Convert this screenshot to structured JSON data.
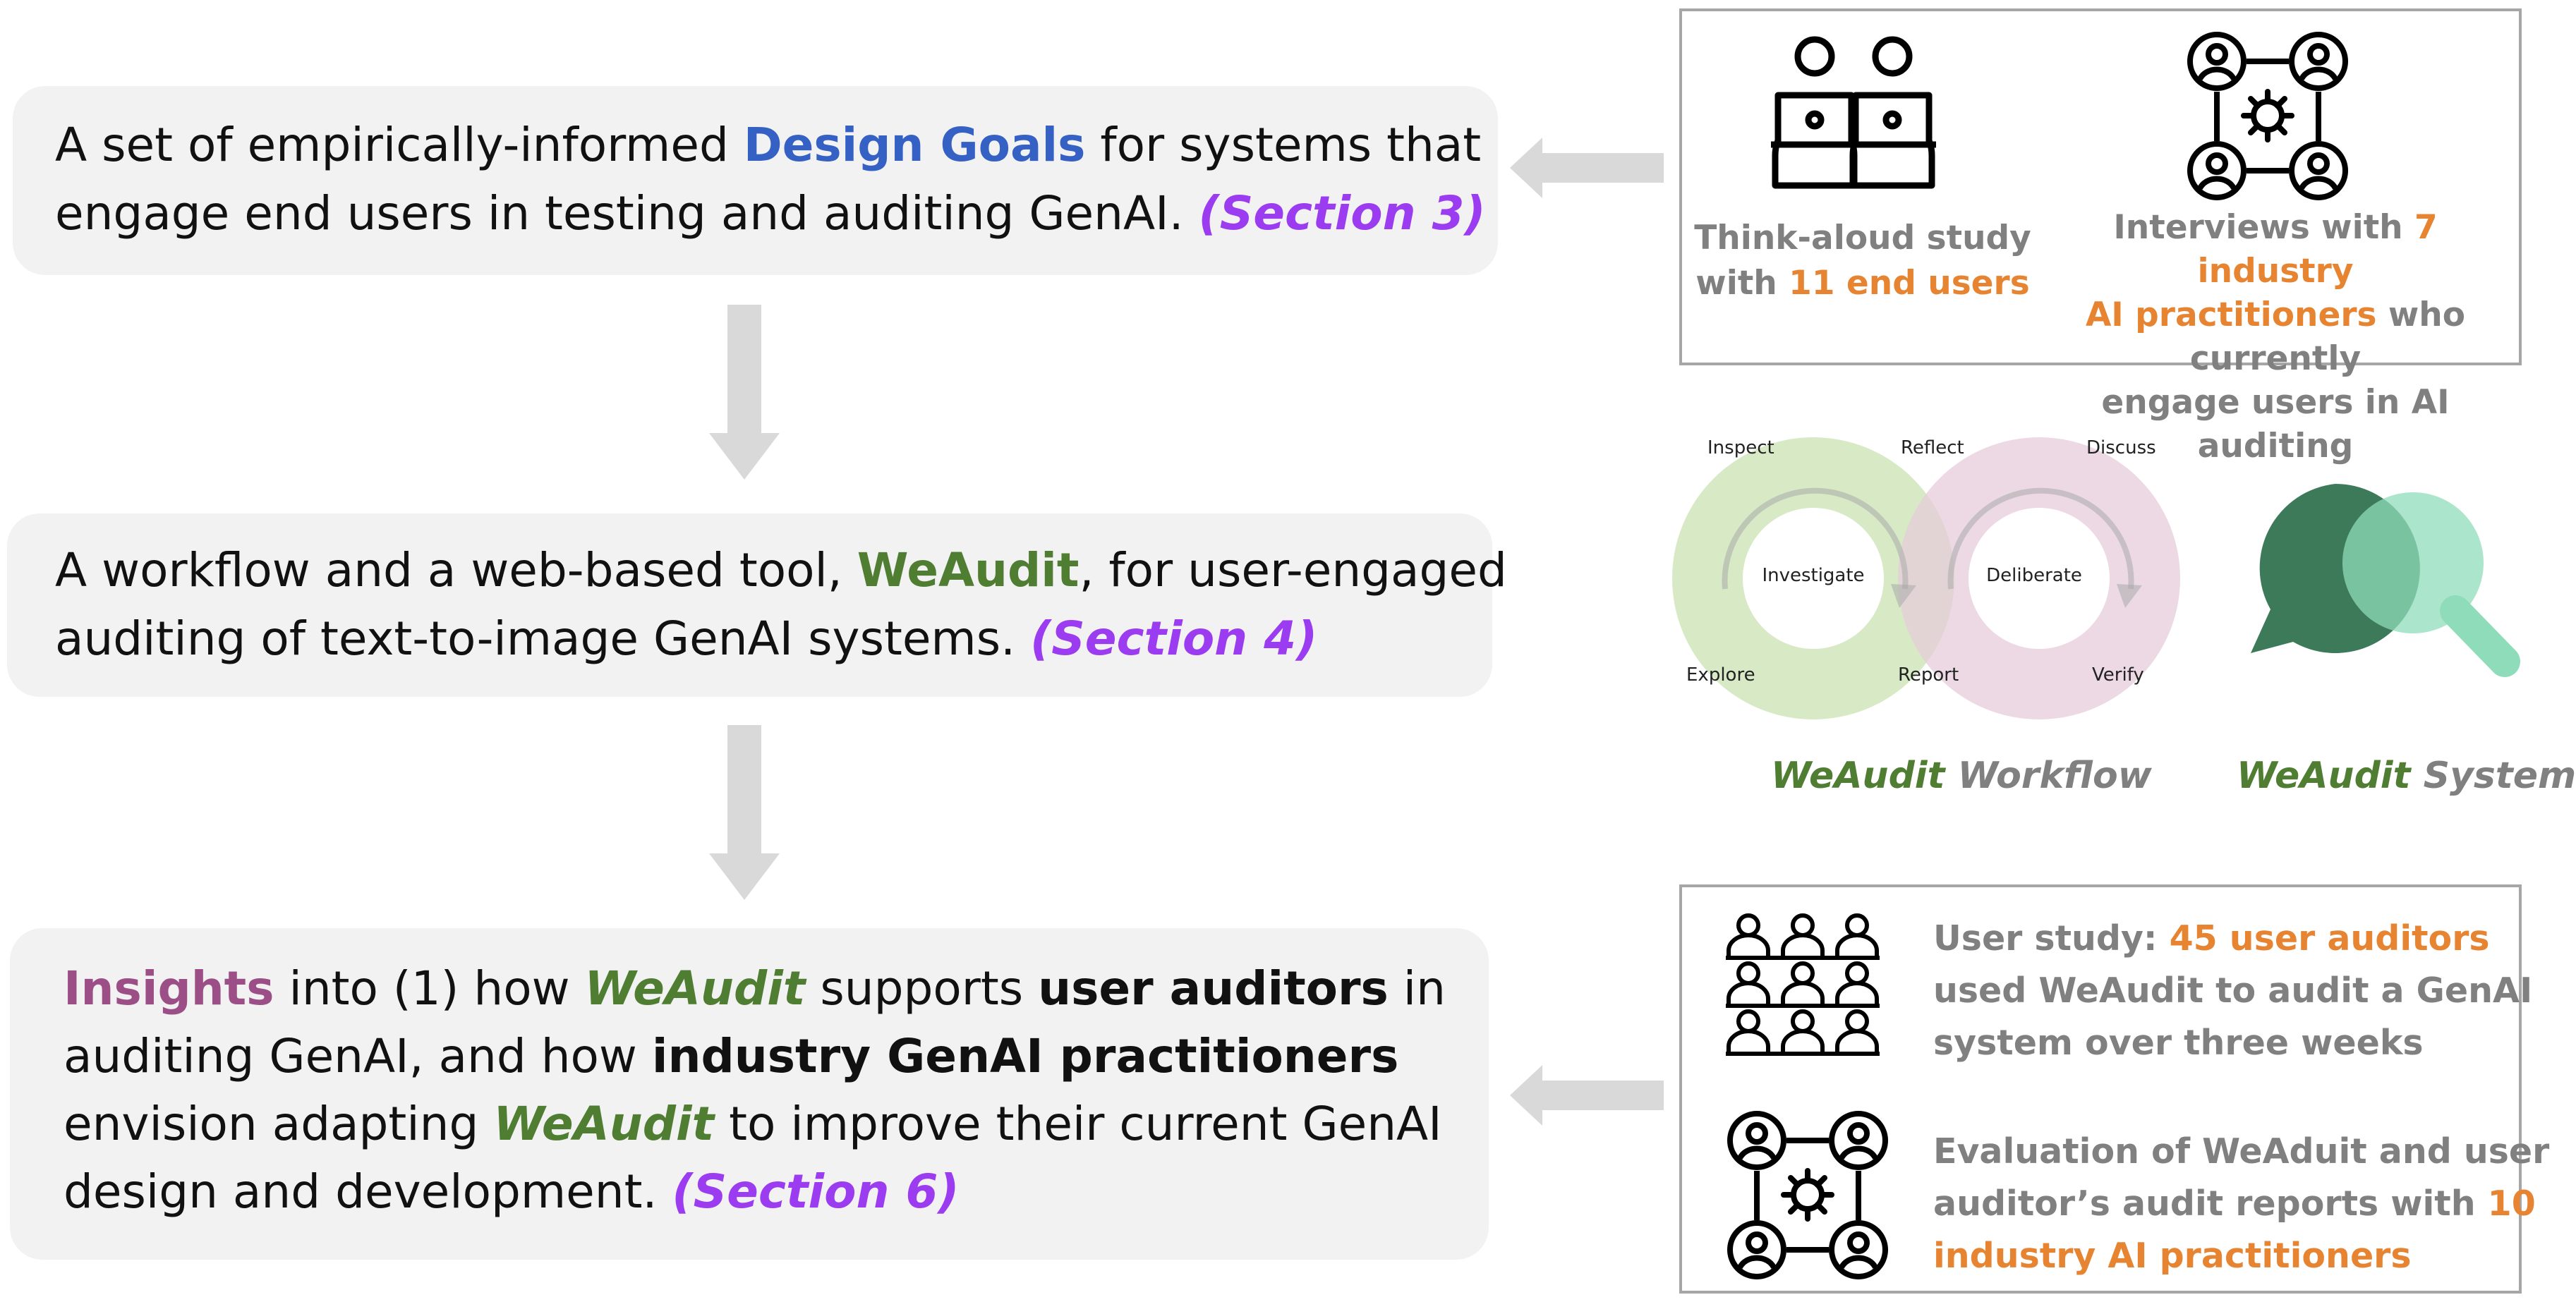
{
  "contributions": [
    {
      "line1": [
        "A set of empirically-informed ",
        "Design Goals",
        " for systems that"
      ],
      "line2": [
        "engage end users in testing and auditing GenAI. ",
        "(Section 3)"
      ]
    },
    {
      "line1": [
        "A workflow and a web-based tool, ",
        "WeAudit",
        ", for user-engaged"
      ],
      "line2": [
        "auditing of text-to-image GenAI systems. ",
        "(Section 4)"
      ]
    },
    {
      "line1": [
        "Insights",
        " into (1) how ",
        "WeAudit",
        " supports ",
        "user auditors",
        " in"
      ],
      "line2": [
        "auditing GenAI, and how ",
        "industry GenAI practitioners"
      ],
      "line3": [
        "envision adapting ",
        "WeAudit",
        " to improve their current GenAI"
      ],
      "line4": [
        "design and development. ",
        "(Section 6)"
      ]
    }
  ],
  "top_panel": {
    "study1": {
      "line1": "Think-aloud study",
      "line2_prefix": "with ",
      "line2_highlight": "11 end users"
    },
    "study2": {
      "line1_prefix": "Interviews with ",
      "line1_highlight": "7 industry",
      "line2_highlight": "AI practitioners",
      "line2_suffix": " who currently",
      "line3": "engage users in AI auditing"
    }
  },
  "workflow": {
    "left_circle": "Investigate",
    "right_circle": "Deliberate",
    "labels": [
      "Inspect",
      "Reflect",
      "Discuss",
      "Explore",
      "Report",
      "Verify"
    ],
    "caption_brand": "WeAudit",
    "caption_rest": " Workflow",
    "system_brand": "WeAudit",
    "system_rest": " System"
  },
  "bottom_panel": {
    "study1": {
      "line1_prefix": "User study: ",
      "line1_highlight": "45 user auditors",
      "line2": "used WeAudit to audit a GenAI",
      "line3": "system over three weeks"
    },
    "study2": {
      "line1": "Evaluation of WeAduit and user",
      "line2_prefix": "auditor’s audit reports with ",
      "line2_highlight": "10",
      "line3_highlight": "industry AI practitioners"
    }
  },
  "colors": {
    "box_bg": "#f2f2f2",
    "arrow": "#d9d9d9",
    "blue": "#3561c5",
    "green": "#4f7d32",
    "purple": "#9b3cf0",
    "mauve": "#9b4f86",
    "orange": "#e78431",
    "gray": "#808080",
    "teal_dark": "#3c7a5a",
    "teal_light": "#8fdcba"
  }
}
